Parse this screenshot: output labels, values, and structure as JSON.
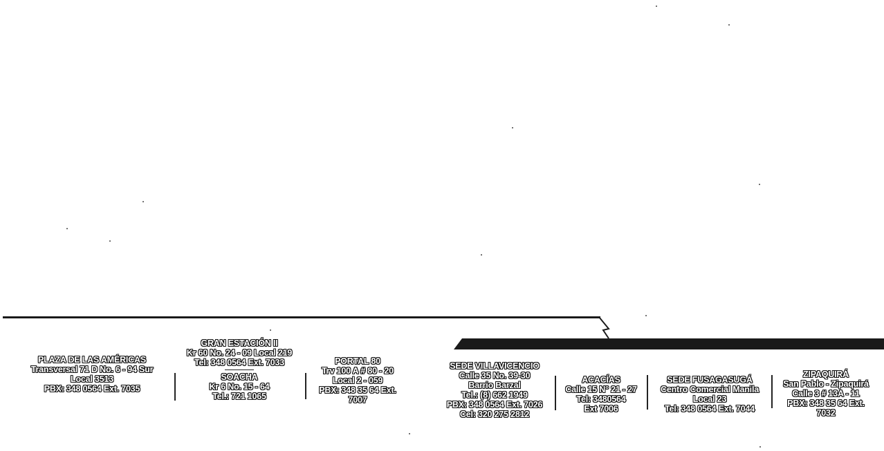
{
  "locations_left": [
    {
      "id": "plaza-americas",
      "lines": [
        "PLAZA DE LAS AMÉRICAS",
        "Transversal 71 D No. 6 - 94 Sur",
        "Local 3513",
        "PBX: 348 0564 Ext. 7035"
      ]
    },
    {
      "id": "gran-estacion",
      "lines": [
        "GRAN ESTACIÓN II",
        "Kr 60 No. 24 - 09 Local 219",
        "Tel: 348 0564 Ext. 7033"
      ],
      "sub": [
        "SOACHA",
        "Kr 6 No. 15 - 64",
        "Tel.: 721 1065"
      ]
    },
    {
      "id": "portal-80",
      "lines": [
        "PORTAL 80",
        "Trv 100 A # 80 - 20",
        "Local 2 - 059",
        "PBX: 348 35 64 Ext.",
        "7007"
      ]
    }
  ],
  "locations_right": [
    {
      "id": "villavicencio",
      "lines": [
        "SEDE VILLAVICENCIO",
        "Calle 35 No. 39-30",
        "Barrio Barzal",
        "Tel.: (8) 662 1949",
        "PBX: 348 0564 Ext. 7026",
        "Cel: 320 275 2812"
      ]
    },
    {
      "id": "acacias",
      "lines": [
        "ACACÍAS",
        "Calle 15 N° 21 - 27",
        "Tel: 3480564",
        "Ext 7006"
      ]
    },
    {
      "id": "fusagasuga",
      "lines": [
        "SEDE FUSAGASUGÁ",
        "Centro Comercial Manila",
        "Local 23",
        "Tel: 348 0564 Ext. 7044"
      ]
    },
    {
      "id": "zipaquira",
      "lines": [
        "ZIPAQUIRÁ",
        "San Pablo - Zipaquirá",
        "Calle 3 # 13A - 11",
        "PBX: 348 35 64 Ext.",
        "7032"
      ]
    }
  ],
  "colors": {
    "ink": "#111111",
    "bar": "#1a1a1a"
  }
}
